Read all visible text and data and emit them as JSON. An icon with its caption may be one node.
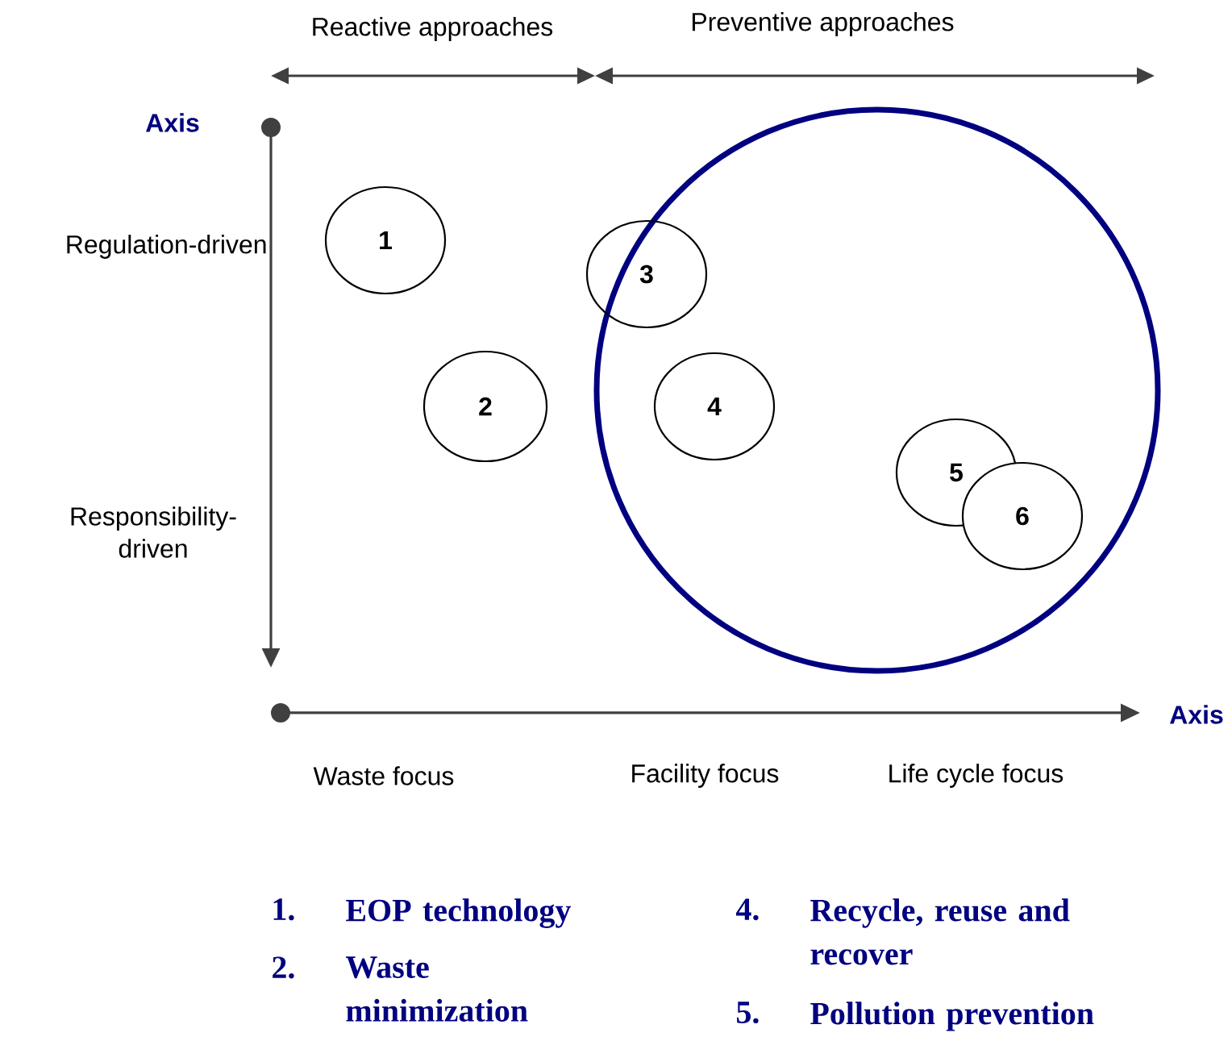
{
  "diagram": {
    "nodes": [
      {
        "text": [
          "1"
        ]
      },
      {
        "text": [
          "2"
        ]
      },
      {
        "text": [],
        "shape": "circle"
      },
      {
        "text": [
          "3"
        ]
      },
      {
        "text": [
          "4"
        ],
        "in": 2
      },
      {
        "text": [
          "5"
        ],
        "in": 2
      },
      {
        "text": [
          "6"
        ],
        "in": 2
      }
    ],
    "labels": [
      "Reactive approaches",
      "Preventive approaches",
      "Axis",
      "Regulation-driven",
      "Responsibility-driven",
      "Waste focus",
      "Facility focus",
      "Life cycle focus",
      "Axis",
      "1.",
      "EOP technology",
      "4.",
      "Recycle, reuse and recover",
      "2.",
      "Waste minimization",
      "5.",
      "Pollution prevention"
    ]
  }
}
